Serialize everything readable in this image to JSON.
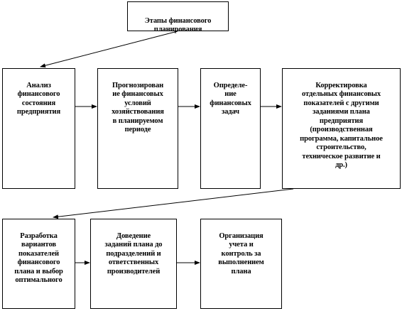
{
  "diagram": {
    "title": "Этапы финансового\nпланирования",
    "stages": [
      {
        "id": "analysis",
        "label": "Анализ\nфинансового\nсостояния\nпредприятия"
      },
      {
        "id": "forecast",
        "label": "Прогнозирован\nие финансовых\nусловий\nхозяйствования\nв планируемом\nпериоде"
      },
      {
        "id": "tasks",
        "label": "Определе-\nние\nфинансовых\nзадач"
      },
      {
        "id": "adjust",
        "label": "Корректировка\nотдельных финансовых\nпоказателей с другими\nзаданиями плана\nпредприятия\n(производственная\nпрограмма, капитальное\nстроительство,\nтехническое развитие и\nдр.)"
      },
      {
        "id": "develop",
        "label": "Разработка\nвариантов\nпоказателей\nфинансового\nплана и выбор\nоптимального"
      },
      {
        "id": "deliver",
        "label": "Доведение\nзаданий плана до\nподразделений и\nответственных\nпроизводителей"
      },
      {
        "id": "control",
        "label": "Организация\nучета и\nконтроль за\nвыполнением\nплана"
      }
    ],
    "line_color": "#000000",
    "box_border_color": "#000000",
    "background_color": "#ffffff"
  }
}
